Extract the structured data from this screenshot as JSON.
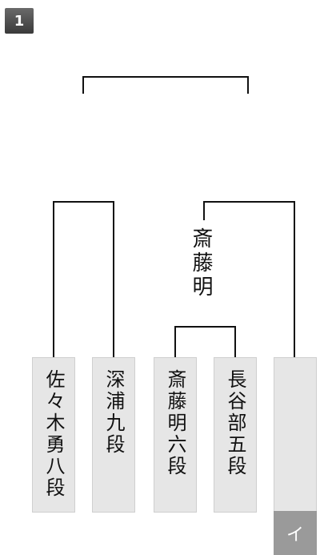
{
  "round_badge": "1",
  "semifinal_winner": "斎藤明",
  "players": [
    {
      "name": "佐々木勇八段"
    },
    {
      "name": "深浦九段"
    },
    {
      "name": "斎藤明六段"
    },
    {
      "name": "長谷部五段"
    },
    {
      "name": ""
    }
  ],
  "bottom_tag": "イ"
}
